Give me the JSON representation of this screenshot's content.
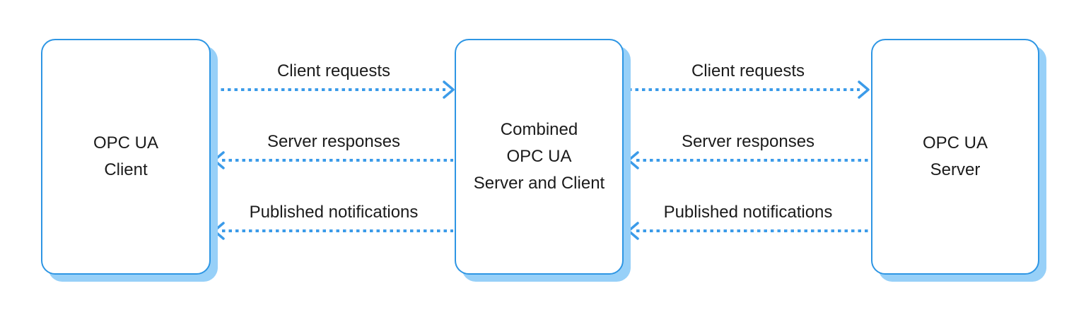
{
  "diagram": {
    "nodes": [
      {
        "label": "OPC UA\nClient"
      },
      {
        "label": "Combined\nOPC UA\nServer and Client"
      },
      {
        "label": "OPC UA\nServer"
      }
    ],
    "connections": {
      "left_gap": [
        {
          "label": "Client requests",
          "direction": "right"
        },
        {
          "label": "Server responses",
          "direction": "left"
        },
        {
          "label": "Published notifications",
          "direction": "left"
        }
      ],
      "right_gap": [
        {
          "label": "Client requests",
          "direction": "right"
        },
        {
          "label": "Server responses",
          "direction": "left"
        },
        {
          "label": "Published notifications",
          "direction": "left"
        }
      ]
    },
    "colors": {
      "box_border": "#2E96E4",
      "box_shadow": "#97D0F8",
      "arrow": "#3B9BE9",
      "text": "#1B1B1B",
      "background": "#FFFFFF"
    }
  }
}
